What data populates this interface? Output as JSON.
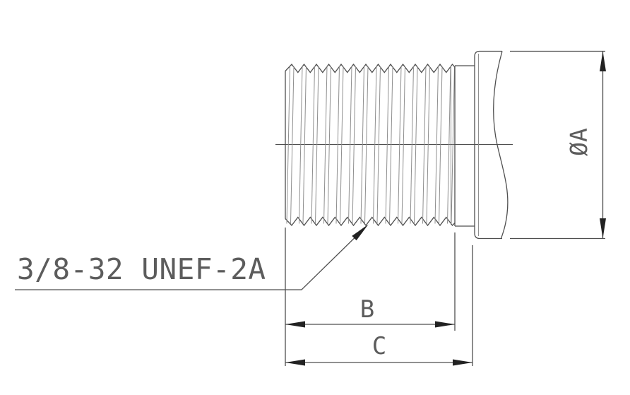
{
  "drawing": {
    "thread_callout": "3/8-32 UNEF-2A",
    "dimension_labels": {
      "diameter": "ØA",
      "thread_length": "B",
      "overall_length": "C"
    }
  },
  "colors": {
    "background": "#ffffff",
    "line": "#4f4f4f",
    "line-light": "#8f8f8f",
    "arrow": "#222222",
    "text": "#5c5c5c"
  }
}
